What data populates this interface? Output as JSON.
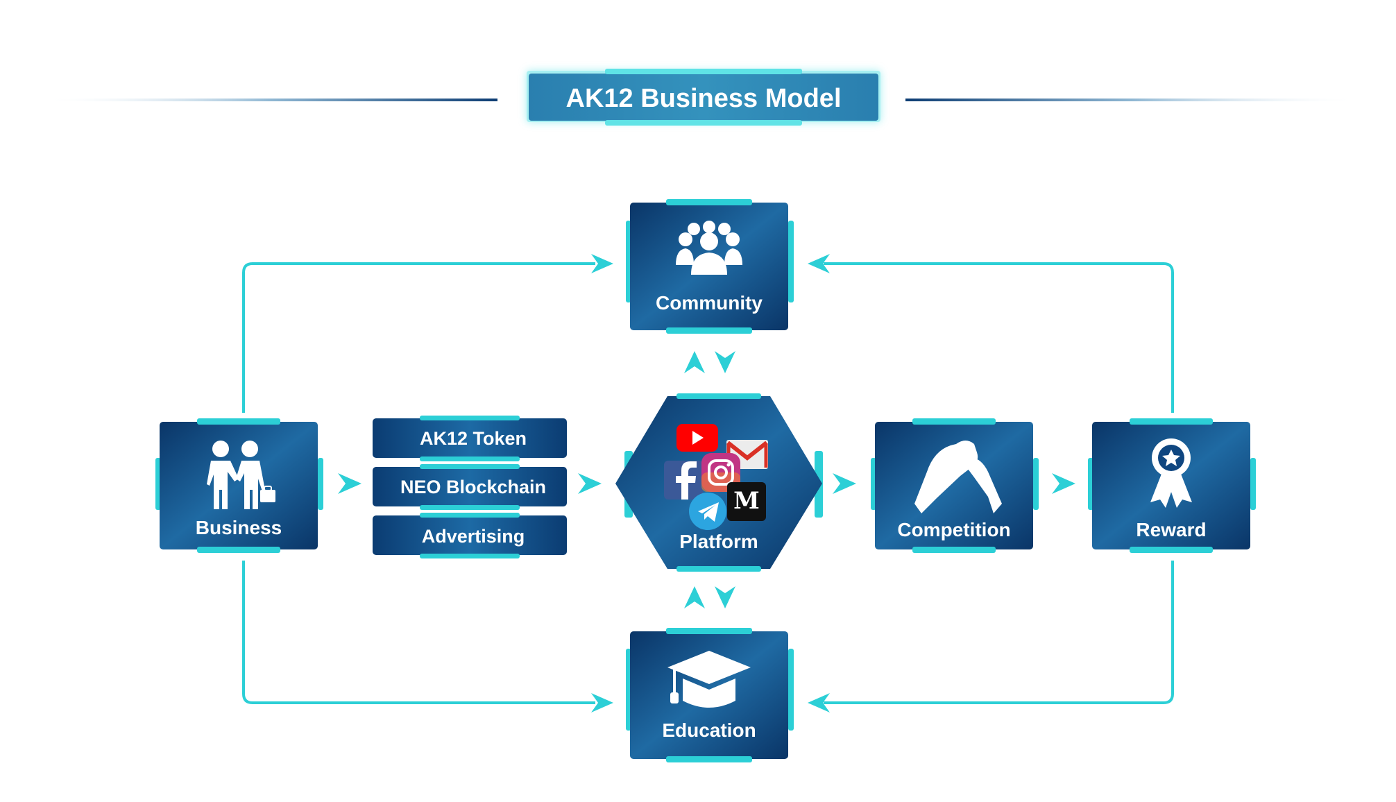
{
  "title": "AK12 Business Model",
  "nodes": {
    "community": {
      "label": "Community",
      "icon": "people-group-icon"
    },
    "education": {
      "label": "Education",
      "icon": "graduation-cap-icon"
    },
    "business": {
      "label": "Business",
      "icon": "handshake-people-icon"
    },
    "platform": {
      "label": "Platform",
      "icons": [
        "youtube-icon",
        "gmail-icon",
        "facebook-icon",
        "instagram-icon",
        "medium-icon",
        "telegram-icon"
      ]
    },
    "competition": {
      "label": "Competition",
      "icon": "arm-wrestling-icon"
    },
    "reward": {
      "label": "Reward",
      "icon": "award-ribbon-icon"
    }
  },
  "stack": [
    "AK12 Token",
    "NEO Blockchain",
    "Advertising"
  ],
  "colors": {
    "dark_blue": "#0d3d73",
    "mid_blue": "#1a5a96",
    "cyan": "#2ccfd6",
    "title_bar": "#2e8ab5"
  }
}
